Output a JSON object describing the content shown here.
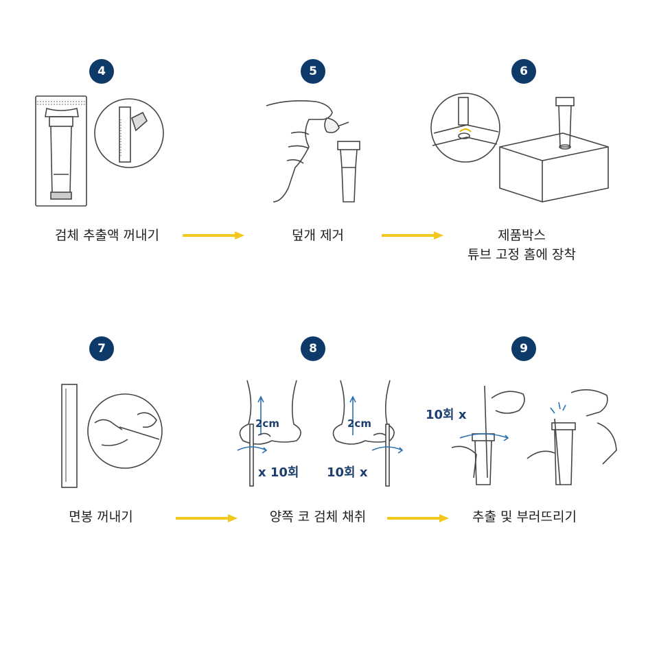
{
  "colors": {
    "badge": "#0d3a68",
    "arrow": "#f2c81c",
    "line": "#444444",
    "accent": "#2a6fb0"
  },
  "steps": [
    {
      "number": "4",
      "caption": "검체 추출액 꺼내기"
    },
    {
      "number": "5",
      "caption": "덮개 제거"
    },
    {
      "number": "6",
      "caption_line1": "제품박스",
      "caption_line2": "튜브 고정 홈에 장착"
    },
    {
      "number": "7",
      "caption": "면봉 꺼내기"
    },
    {
      "number": "8",
      "caption": "양쪽 코 검체 채취"
    },
    {
      "number": "9",
      "caption": "추출 및 부러뜨리기"
    }
  ],
  "step8": {
    "distance_left": "2cm",
    "distance_right": "2cm",
    "count_left": "x 10회",
    "count_right": "10회 x"
  },
  "step9": {
    "count": "10회 x"
  },
  "icons": {
    "arrow": "right-arrow-icon"
  }
}
